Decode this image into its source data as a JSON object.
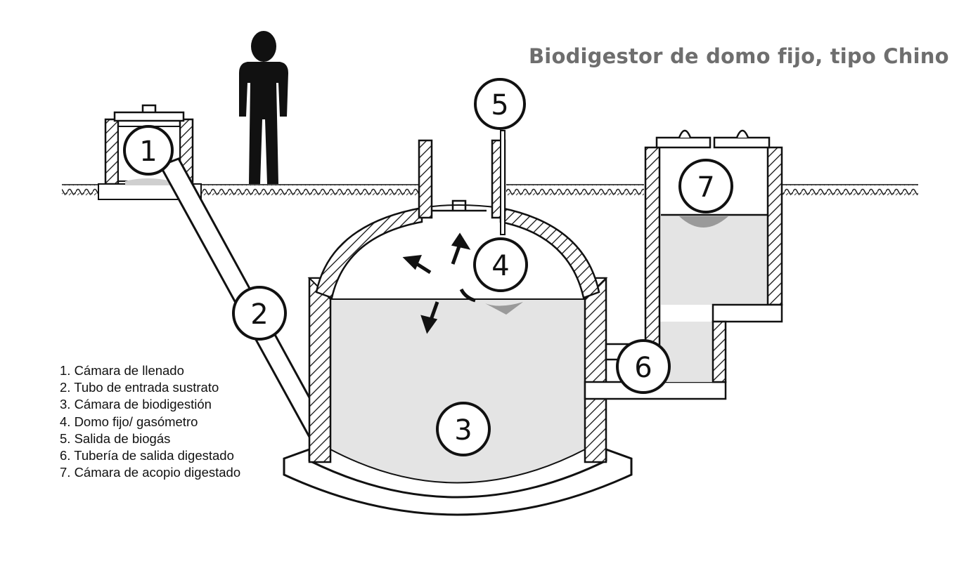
{
  "title": "Biodigestor de domo fijo, tipo Chino",
  "callouts": [
    "1",
    "2",
    "3",
    "4",
    "5",
    "6",
    "7"
  ],
  "legend": [
    "1. Cámara de llenado",
    "2. Tubo de entrada sustrato",
    "3. Cámara de biodigestión",
    "4. Domo fijo/ gasómetro",
    "5. Salida de biogás",
    "6. Tubería de salida digestado",
    "7. Cámara de acopio digestado"
  ],
  "colors": {
    "line": "#111111",
    "liquid": "#e4e4e4",
    "title": "#6e6e6e"
  }
}
